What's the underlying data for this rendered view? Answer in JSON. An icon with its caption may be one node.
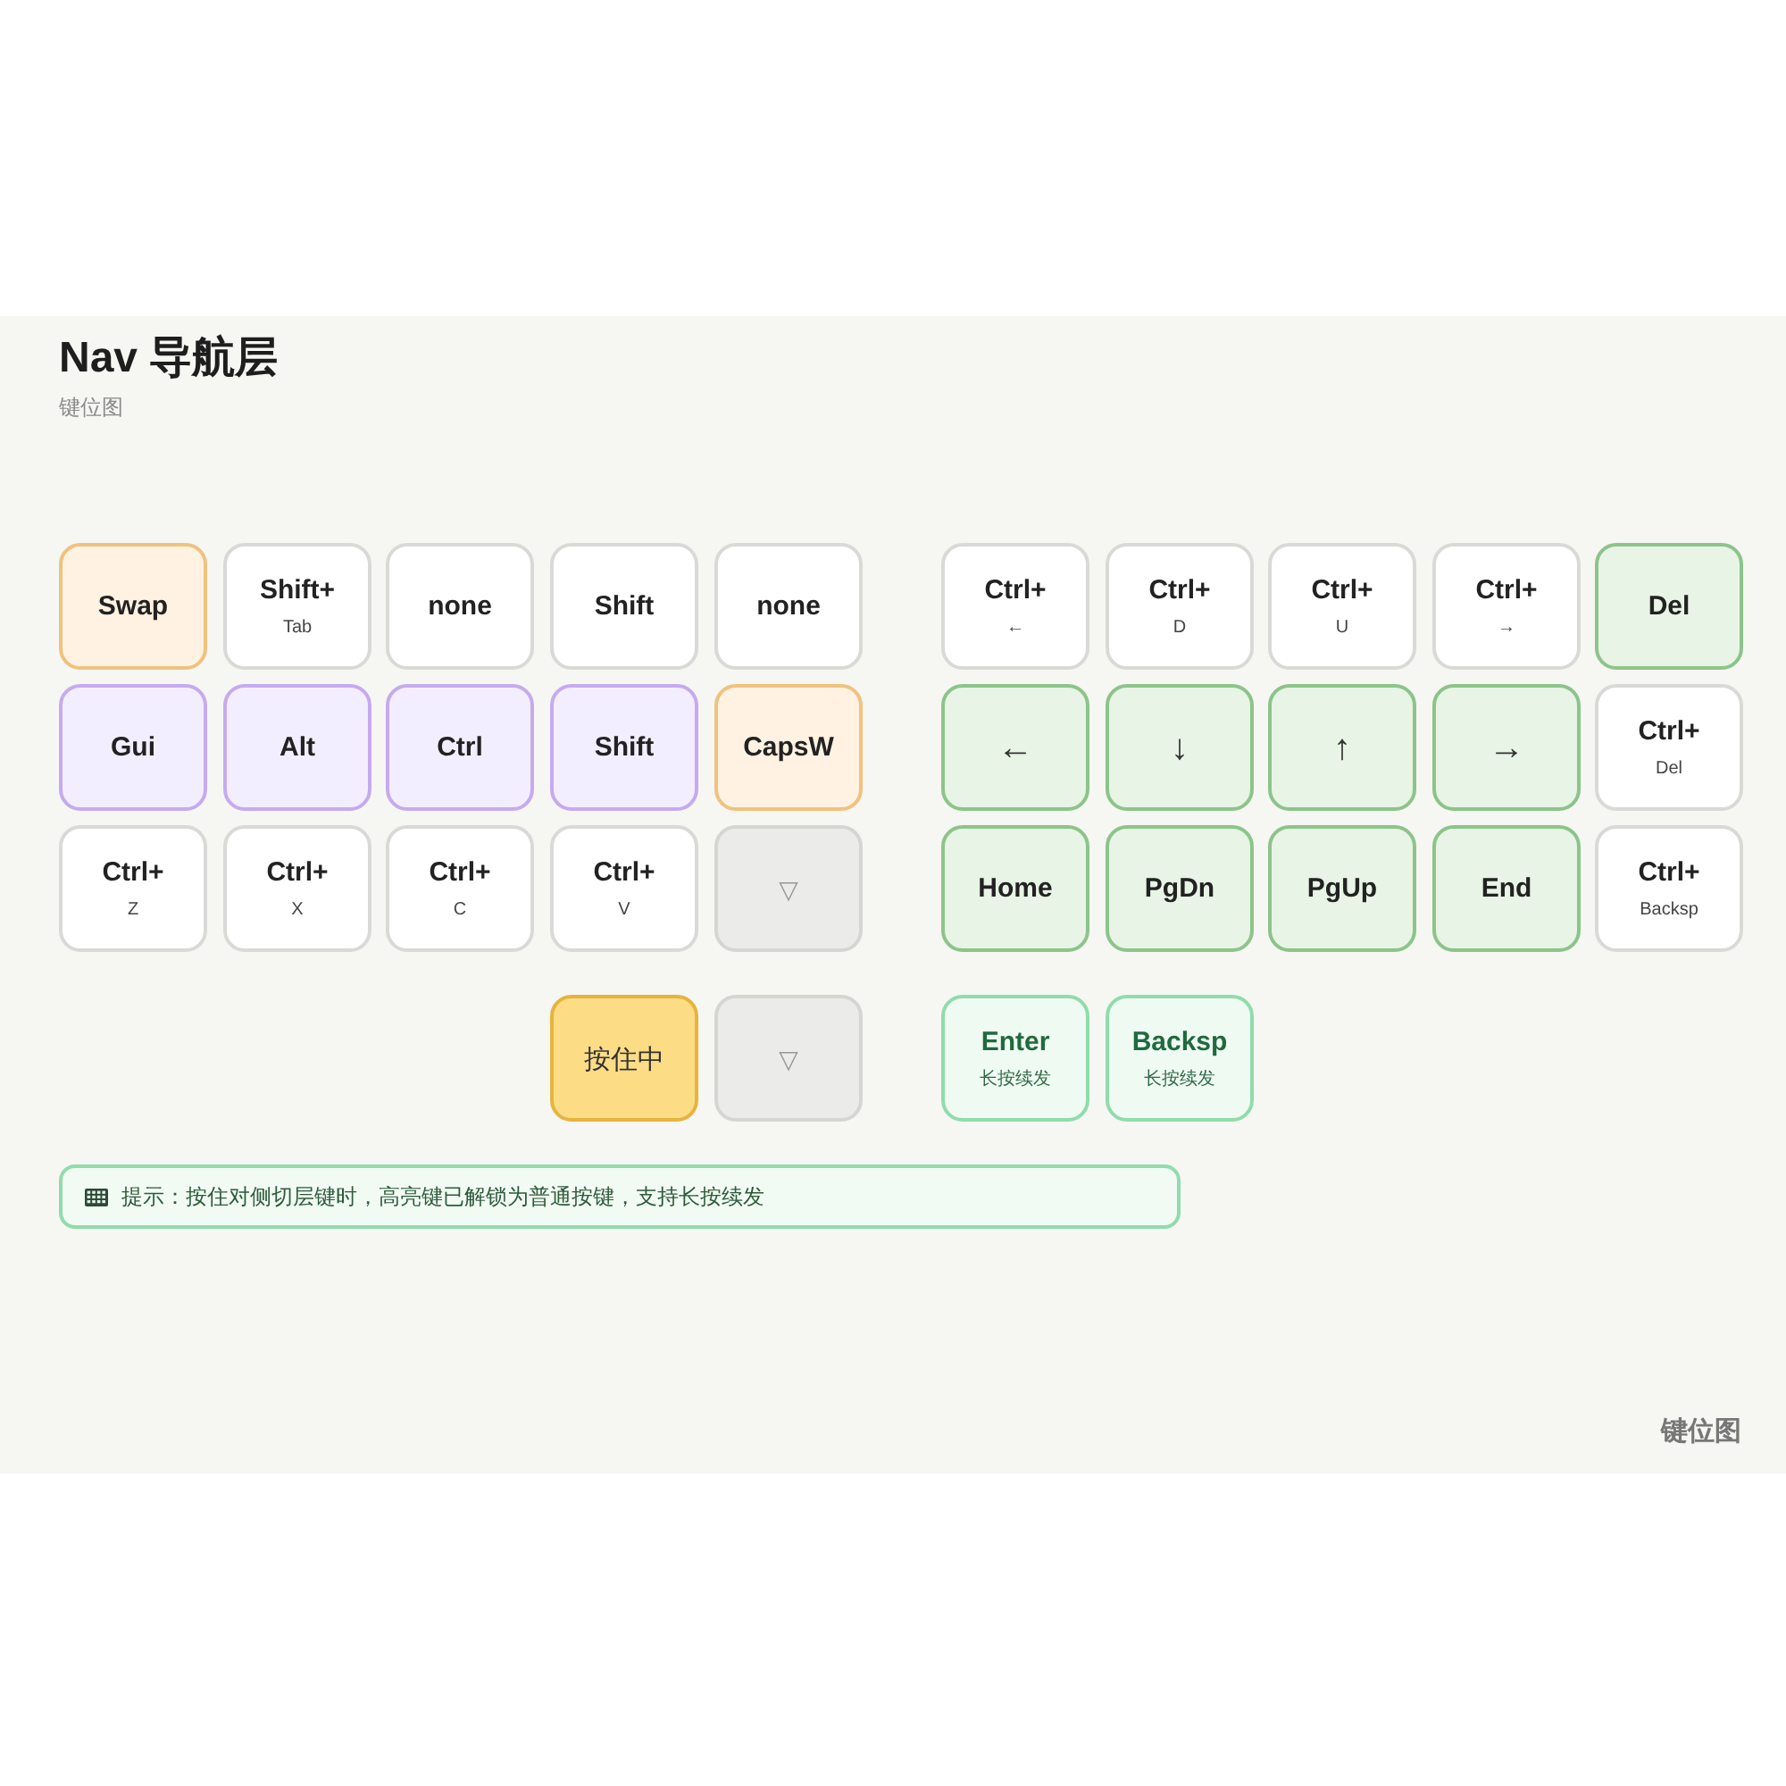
{
  "diagram": {
    "title": "Nav 导航层",
    "nodes": [
      {
        "text": [
          "Swap"
        ]
      },
      {
        "text": [
          "Shift+",
          "Tab"
        ]
      },
      {
        "text": [
          "none"
        ]
      },
      {
        "text": [
          "Shift"
        ]
      },
      {
        "text": [
          "none"
        ]
      },
      {
        "text": [
          "Ctrl+",
          "←"
        ]
      },
      {
        "text": [
          "Ctrl+",
          "D"
        ]
      },
      {
        "text": [
          "Ctrl+",
          "U"
        ]
      },
      {
        "text": [
          "Ctrl+",
          "→"
        ]
      },
      {
        "text": [
          "Del"
        ]
      },
      {
        "text": [
          "Gui"
        ]
      },
      {
        "text": [
          "Alt"
        ]
      },
      {
        "text": [
          "Ctrl"
        ]
      },
      {
        "text": [
          "Shift"
        ]
      },
      {
        "text": [
          "CapsW"
        ]
      },
      {
        "text": [
          "←"
        ]
      },
      {
        "text": [
          "↓"
        ]
      },
      {
        "text": [
          "↑"
        ]
      },
      {
        "text": [
          "→"
        ]
      },
      {
        "text": [
          "Ctrl+",
          "Del"
        ]
      },
      {
        "text": [
          "Ctrl+",
          "Z"
        ]
      },
      {
        "text": [
          "Ctrl+",
          "X"
        ]
      },
      {
        "text": [
          "Ctrl+",
          "C"
        ]
      },
      {
        "text": [
          "Ctrl+",
          "V"
        ]
      },
      {
        "text": [
          "▽"
        ]
      },
      {
        "text": [
          "Home"
        ]
      },
      {
        "text": [
          "PgDn"
        ]
      },
      {
        "text": [
          "PgUp"
        ]
      },
      {
        "text": [
          "End"
        ]
      },
      {
        "text": [
          "Ctrl+",
          "Backsp"
        ]
      },
      {
        "text": [
          "按住中"
        ]
      },
      {
        "text": [
          "▽"
        ]
      },
      {
        "text": [
          "Enter",
          "长按续发"
        ]
      },
      {
        "text": [
          "Backsp",
          "长按续发"
        ]
      },
      {
        "text": [
          "提示：按住对侧切层键时，高亮键已解锁为普通按键，支持长按续发"
        ]
      }
    ],
    "labels": [
      "键位图",
      "键位图"
    ]
  }
}
